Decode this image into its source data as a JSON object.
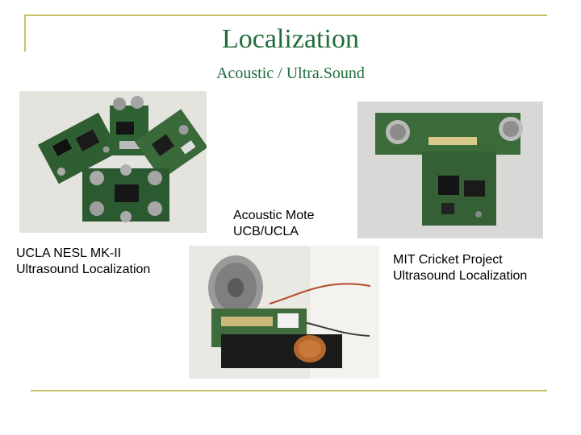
{
  "slide": {
    "title": "Localization",
    "subtitle": "Acoustic / Ultra.Sound"
  },
  "captions": {
    "ucla": [
      "UCLA NESL MK-II",
      "Ultrasound Localization"
    ],
    "acoustic": [
      "Acoustic Mote",
      "UCB/UCLA"
    ],
    "mit": [
      "MIT Cricket Project",
      "Ultrasound Localization"
    ]
  },
  "colors": {
    "title": "#1f6b3a",
    "rule": "#c9c06a"
  }
}
